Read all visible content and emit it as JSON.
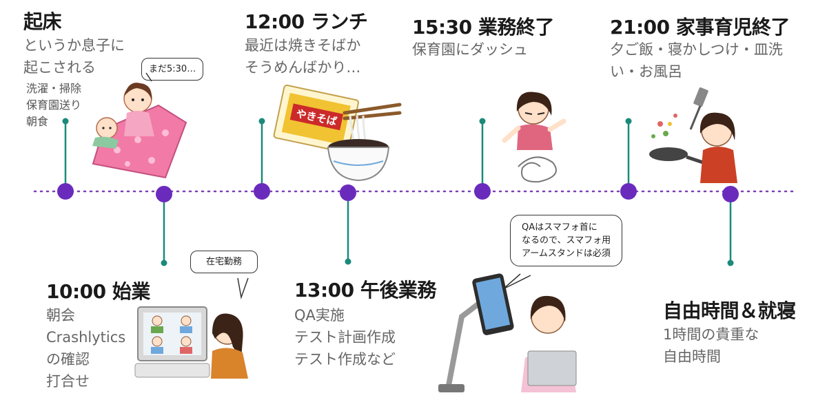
{
  "colors": {
    "timeline": "#7b3fb3",
    "node": "#6a2bbd",
    "stem": "#1a8a7a"
  },
  "events": {
    "wake": {
      "title": "起床",
      "desc": [
        "というか息子に",
        "起こされる"
      ],
      "extra": [
        "洗濯・掃除",
        "保育園送り",
        "朝食"
      ],
      "bubble": "まだ5:30…"
    },
    "start": {
      "title": "10:00 始業",
      "desc": [
        "朝会",
        "Crashlytics",
        "の確認",
        "打合せ"
      ],
      "bubble": "在宅勤務"
    },
    "lunch": {
      "title": "12:00 ランチ",
      "desc": [
        "最近は焼きそばか",
        "そうめんばかり…"
      ],
      "pack_label": "やきそば"
    },
    "afternoon": {
      "title": "13:00 午後業務",
      "desc": [
        "QA実施",
        "テスト計画作成",
        "テスト作成など"
      ],
      "bubble": [
        "QAはスマフォ首に",
        "なるので、スマフォ用",
        "アームスタンドは必須"
      ]
    },
    "end": {
      "title": "15:30 業務終了",
      "desc": [
        "保育園にダッシュ"
      ]
    },
    "home": {
      "title": "21:00 家事育児終了",
      "desc": [
        "夕ご飯・寝かしつけ・皿洗",
        "い・お風呂"
      ]
    },
    "free": {
      "title": "自由時間＆就寝",
      "desc": [
        "1時間の貴重な",
        "自由時間"
      ]
    }
  }
}
